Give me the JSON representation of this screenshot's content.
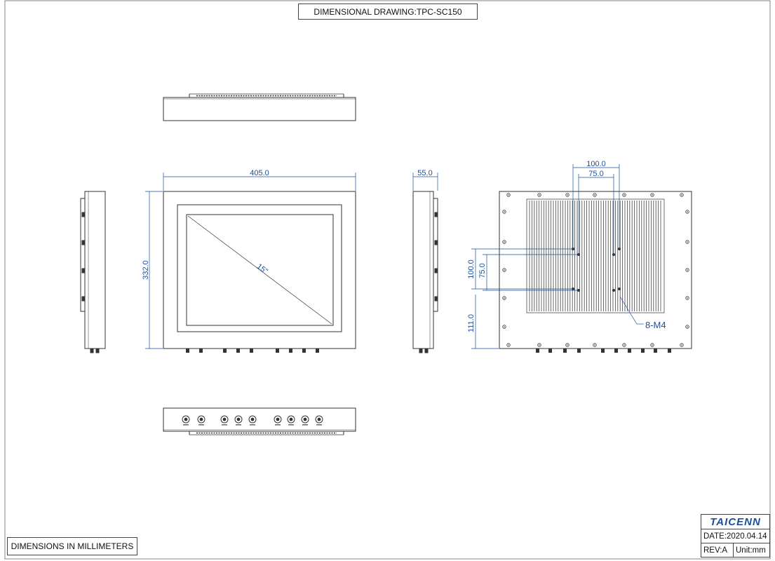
{
  "title": "DIMENSIONAL DRAWING:TPC-SC150",
  "units_note": "DIMENSIONS IN MILLIMETERS",
  "title_block": {
    "logo": "TAICENN",
    "date": "DATE:2020.04.14",
    "rev": "REV:A",
    "unit": "Unit:mm"
  },
  "dimensions": {
    "width": "405.0",
    "height": "332.0",
    "depth": "55.0",
    "diagonal": "15\"",
    "vesa_outer_h": "100.0",
    "vesa_inner_h": "75.0",
    "vesa_outer_v": "100.0",
    "vesa_inner_v": "75.0",
    "vesa_offset": "111.0",
    "screw_callout": "8-M4"
  },
  "colors": {
    "dimension": "#1a4f9c",
    "line": "#333333"
  }
}
